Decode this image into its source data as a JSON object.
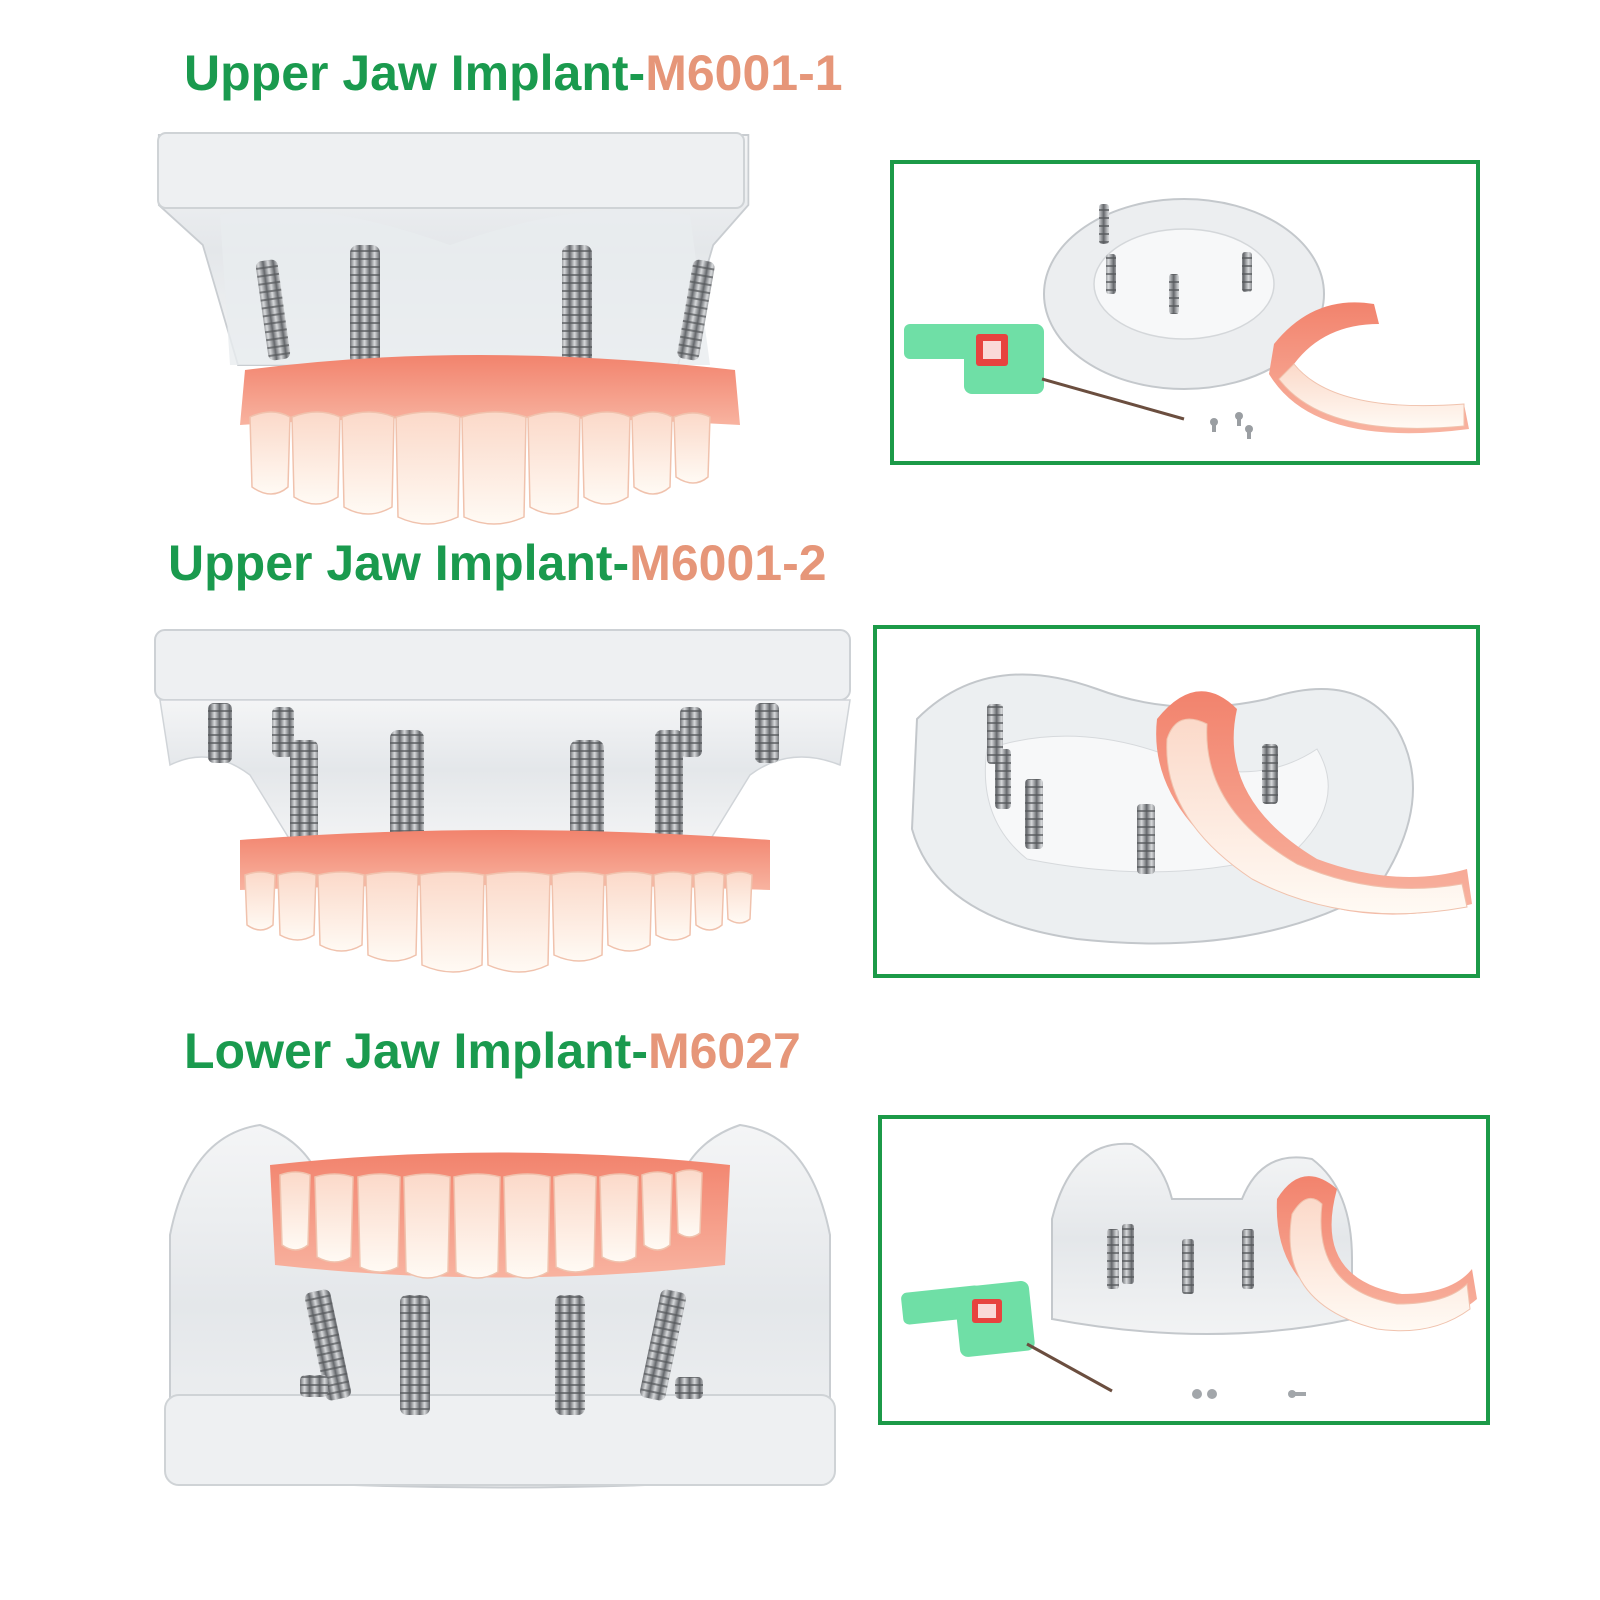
{
  "sections": [
    {
      "title_prefix": "Upper Jaw Implant-",
      "title_code": "M6001-1",
      "main_photo": "upper-jaw-model-photo",
      "kit_photo": "upper-jaw-kit-photo"
    },
    {
      "title_prefix": "Upper Jaw Implant-",
      "title_code": "M6001-2",
      "main_photo": "upper-jaw-model-photo",
      "kit_photo": "upper-jaw-angled-photo"
    },
    {
      "title_prefix": "Lower Jaw Implant-",
      "title_code": "M6027",
      "main_photo": "lower-jaw-model-photo",
      "kit_photo": "lower-jaw-kit-photo"
    }
  ],
  "colors": {
    "title_green": "#1a9a4e",
    "title_code": "#e69679",
    "frame_border": "#1c9a48",
    "gum": "#f0907a",
    "tool_handle": "#6fdfa6"
  }
}
